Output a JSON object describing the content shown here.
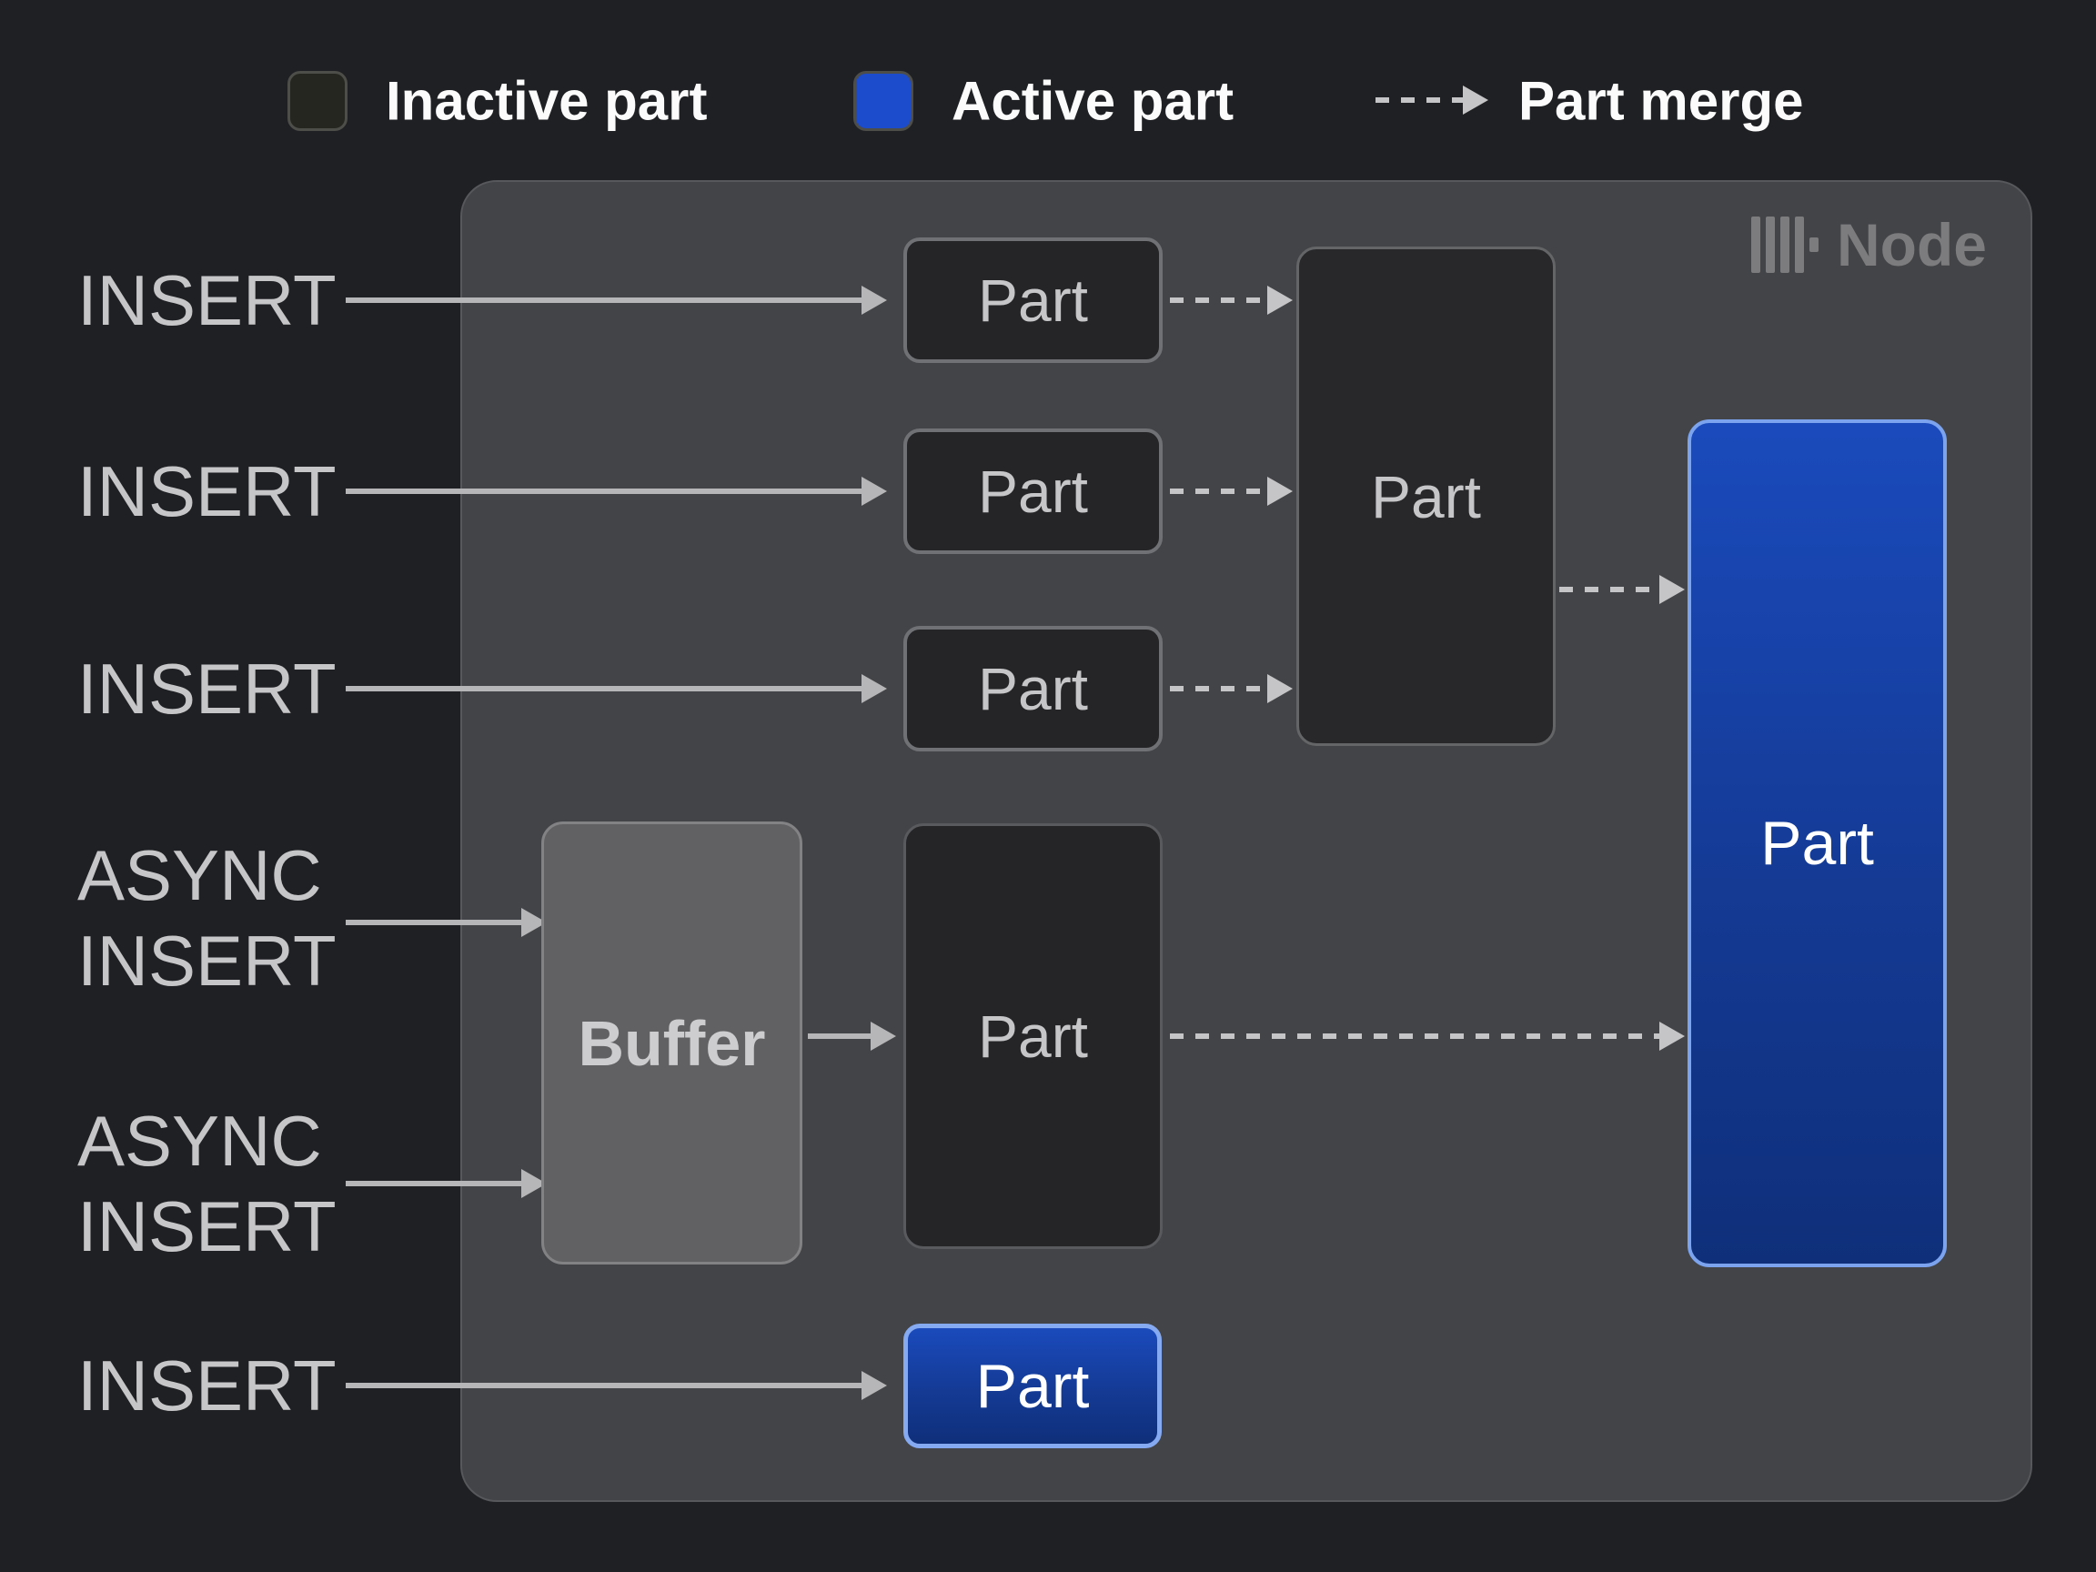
{
  "legend": {
    "items": [
      {
        "label": "Inactive part"
      },
      {
        "label": "Active part"
      },
      {
        "label": "Part merge"
      }
    ]
  },
  "node": {
    "title": "Node"
  },
  "inputs": [
    {
      "label": "INSERT"
    },
    {
      "label": "INSERT"
    },
    {
      "label": "INSERT"
    },
    {
      "label": "ASYNC INSERT"
    },
    {
      "label": "ASYNC INSERT"
    },
    {
      "label": "INSERT"
    }
  ],
  "boxes": {
    "part_top_1": {
      "label": "Part"
    },
    "part_top_2": {
      "label": "Part"
    },
    "part_top_3": {
      "label": "Part"
    },
    "part_merged": {
      "label": "Part"
    },
    "buffer": {
      "label": "Buffer"
    },
    "part_buffered": {
      "label": "Part"
    },
    "part_active_large": {
      "label": "Part"
    },
    "part_active_small": {
      "label": "Part"
    }
  },
  "colors": {
    "background": "#1f2023",
    "node_fill": "#434447",
    "inactive_part_fill": "#252528",
    "buffer_fill": "#616163",
    "active_part_gradient_top": "#1a4abc",
    "active_part_gradient_bottom": "#0f2f7a",
    "active_part_border": "#84a8f0",
    "active_swatch": "#1c4ccb",
    "arrow": "#b6b6b8",
    "dashed_arrow": "#c5c5c7",
    "label_text": "#c6c6c8",
    "legend_text": "#fbfbfb",
    "node_title_text": "#7c7c7e"
  }
}
